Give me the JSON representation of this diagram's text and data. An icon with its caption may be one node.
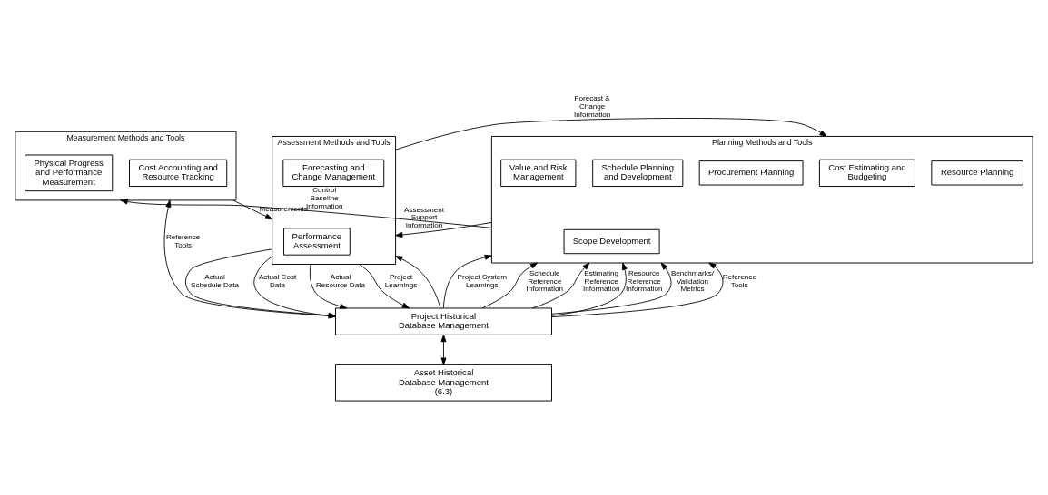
{
  "diagram": {
    "nodes": [
      {
        "text": [
          "Measurement Methods and Tools"
        ]
      },
      {
        "text": [
          "Cost Accounting and Resource Tracking"
        ],
        "in": 0
      },
      {
        "text": [
          "Physical Progress and Performance Measurement"
        ],
        "in": 0
      },
      {
        "text": [
          "Planning Methods and Tools"
        ]
      },
      {
        "text": [
          "Scope Development"
        ],
        "in": 3
      },
      {
        "text": [
          "Resource Planning"
        ],
        "in": 3
      },
      {
        "text": [
          "Cost Estimating and Budgeting"
        ],
        "in": 3
      },
      {
        "text": [
          "Procurement Planning"
        ],
        "in": 3
      },
      {
        "text": [
          "Schedule Planning and Development"
        ],
        "in": 3
      },
      {
        "text": [
          "Value and Risk Management"
        ],
        "in": 3
      },
      {
        "text": [
          "Assessment Methods and Tools"
        ]
      },
      {
        "text": [
          "Performance Assessment"
        ],
        "in": 10
      },
      {
        "text": [
          "Forecasting and Change Management"
        ],
        "in": 10
      },
      {
        "text": [
          "Project Historical Database Management"
        ]
      },
      {
        "text": [
          "Asset Historical Database Management (6.3)"
        ]
      }
    ],
    "edges": [
      {
        "from": 3,
        "to": 0,
        "arrow": "to",
        "label": "Control Baseline Information"
      },
      {
        "from": 0,
        "to": 10,
        "arrow": "to",
        "label": "Measurements"
      },
      {
        "from": 3,
        "to": 10,
        "arrow": "to",
        "label": "Assessment Support Information"
      },
      {
        "from": 10,
        "to": 3,
        "arrow": "to",
        "label": "Forecast & Change Information"
      },
      {
        "from": 10,
        "to": 13,
        "arrow": "to",
        "label": "Actual Schedule Data"
      },
      {
        "from": 10,
        "to": 13,
        "arrow": "to",
        "label": "Actual Cost Data"
      },
      {
        "from": 10,
        "to": 13,
        "arrow": "to",
        "label": "Actual Resource Data"
      },
      {
        "from": 10,
        "to": 13,
        "arrow": "to",
        "label": "Project Learnings"
      },
      {
        "from": 13,
        "to": 3,
        "arrow": "to",
        "label": "Project System Learnings"
      },
      {
        "from": 13,
        "to": 3,
        "arrow": "to",
        "label": "Schedule Reference Information"
      },
      {
        "from": 13,
        "to": 3,
        "arrow": "to",
        "label": "Estimating Reference Information"
      },
      {
        "from": 13,
        "to": 3,
        "arrow": "to",
        "label": "Resource Reference Information"
      },
      {
        "from": 13,
        "to": 3,
        "arrow": "to",
        "label": "Benchmarks/ Validation Metrics"
      },
      {
        "from": 13,
        "to": 0,
        "arrow": "to",
        "label": "Reference Tools"
      },
      {
        "from": 13,
        "to": 10,
        "arrow": "to"
      },
      {
        "from": 13,
        "to": 3,
        "arrow": "to",
        "label": "Reference Tools"
      },
      {
        "from": 13,
        "to": 14,
        "arrow": "both"
      }
    ]
  }
}
